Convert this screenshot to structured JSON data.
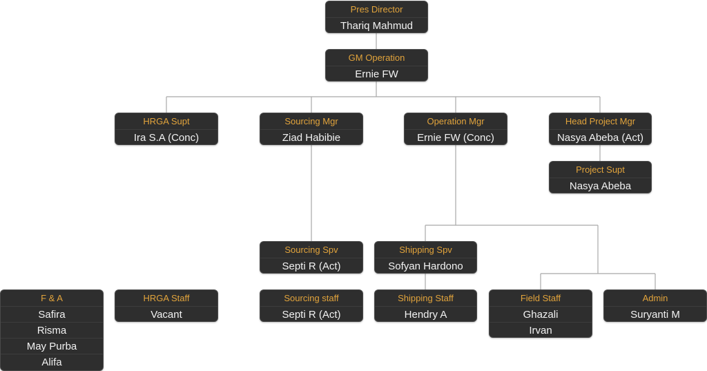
{
  "diagram": {
    "type": "org-chart",
    "colors": {
      "node_background": "#2e2e2e",
      "title_text": "#e2a43c",
      "name_text": "#f2f2f2",
      "connector": "#a8a8a8",
      "background": "#ffffff"
    },
    "nodes": [
      {
        "id": "pres-director",
        "title": "Pres Director",
        "names": [
          "Thariq Mahmud"
        ],
        "parent": null
      },
      {
        "id": "gm-operation",
        "title": "GM Operation",
        "names": [
          "Ernie FW"
        ],
        "parent": "pres-director"
      },
      {
        "id": "hrga-supt",
        "title": "HRGA Supt",
        "names": [
          "Ira S.A (Conc)"
        ],
        "parent": "gm-operation"
      },
      {
        "id": "sourcing-mgr",
        "title": "Sourcing Mgr",
        "names": [
          "Ziad Habibie"
        ],
        "parent": "gm-operation"
      },
      {
        "id": "operation-mgr",
        "title": "Operation Mgr",
        "names": [
          "Ernie FW (Conc)"
        ],
        "parent": "gm-operation"
      },
      {
        "id": "head-project-mgr",
        "title": "Head Project Mgr",
        "names": [
          "Nasya Abeba (Act)"
        ],
        "parent": "gm-operation"
      },
      {
        "id": "project-supt",
        "title": "Project Supt",
        "names": [
          "Nasya Abeba"
        ],
        "parent": "head-project-mgr"
      },
      {
        "id": "sourcing-spv",
        "title": "Sourcing Spv",
        "names": [
          "Septi R (Act)"
        ],
        "parent": "sourcing-mgr"
      },
      {
        "id": "shipping-spv",
        "title": "Shipping Spv",
        "names": [
          "Sofyan Hardono"
        ],
        "parent": "operation-mgr"
      },
      {
        "id": "field-staff",
        "title": "Field Staff",
        "names": [
          "Ghazali",
          "Irvan"
        ],
        "parent": "operation-mgr"
      },
      {
        "id": "admin",
        "title": "Admin",
        "names": [
          "Suryanti M"
        ],
        "parent": "operation-mgr"
      },
      {
        "id": "shipping-staff",
        "title": "Shipping Staff",
        "names": [
          "Hendry A"
        ],
        "parent": "shipping-spv"
      },
      {
        "id": "sourcing-staff",
        "title": "Sourcing staff",
        "names": [
          "Septi R (Act)"
        ],
        "parent": null
      },
      {
        "id": "hrga-staff",
        "title": "HRGA Staff",
        "names": [
          "Vacant"
        ],
        "parent": null
      },
      {
        "id": "f-and-a",
        "title": "F & A",
        "names": [
          "Safira",
          "Risma",
          "May Purba",
          "Alifa"
        ],
        "parent": null
      }
    ]
  }
}
